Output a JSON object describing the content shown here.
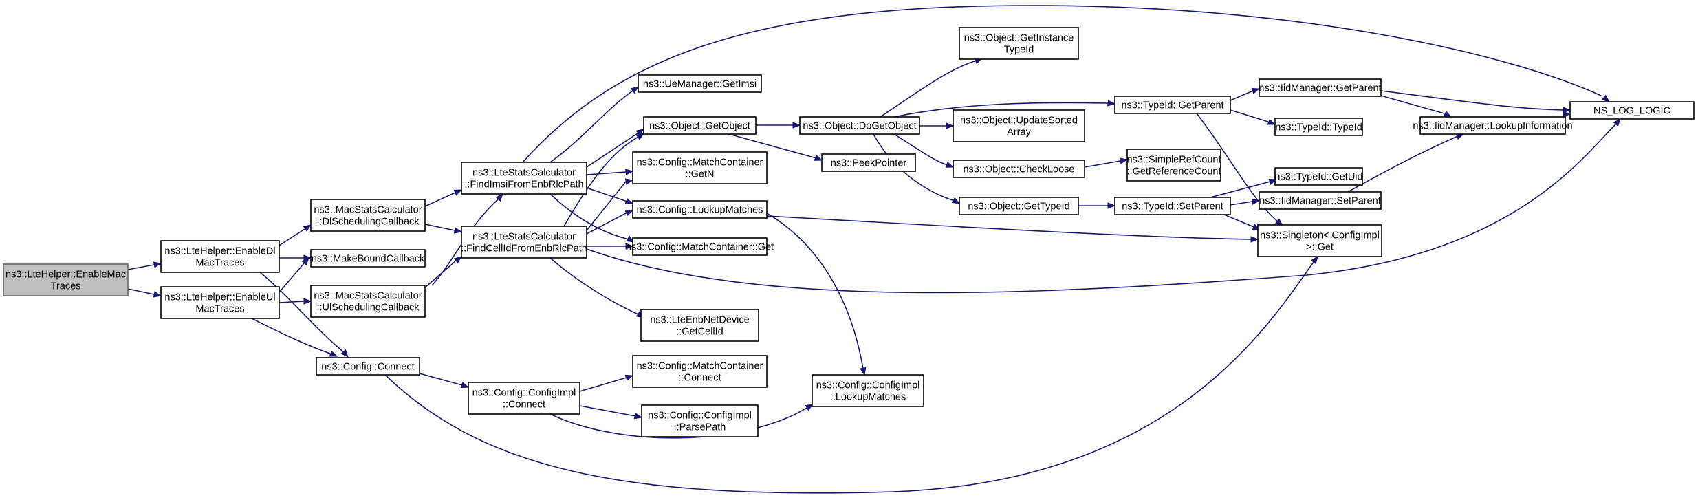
{
  "colors": {
    "edge": "#191970",
    "root_fill": "#bfbfbf",
    "node_fill": "#ffffff",
    "node_border": "#000000"
  },
  "nodes": [
    {
      "id": "root",
      "lines": [
        "ns3::LteHelper::EnableMac",
        "Traces"
      ],
      "root": true
    },
    {
      "id": "enableDl",
      "lines": [
        "ns3::LteHelper::EnableDl",
        "MacTraces"
      ]
    },
    {
      "id": "enableUl",
      "lines": [
        "ns3::LteHelper::EnableUl",
        "MacTraces"
      ]
    },
    {
      "id": "dlSched",
      "lines": [
        "ns3::MacStatsCalculator",
        "::DlSchedulingCallback"
      ]
    },
    {
      "id": "makeBound",
      "lines": [
        "ns3::MakeBoundCallback"
      ]
    },
    {
      "id": "ulSched",
      "lines": [
        "ns3::MacStatsCalculator",
        "::UlSchedulingCallback"
      ]
    },
    {
      "id": "cfgConnect",
      "lines": [
        "ns3::Config::Connect"
      ]
    },
    {
      "id": "findImsi",
      "lines": [
        "ns3::LteStatsCalculator",
        "::FindImsiFromEnbRlcPath"
      ]
    },
    {
      "id": "findCellId",
      "lines": [
        "ns3::LteStatsCalculator",
        "::FindCellIdFromEnbRlcPath"
      ]
    },
    {
      "id": "implConnect",
      "lines": [
        "ns3::Config::ConfigImpl",
        "::Connect"
      ]
    },
    {
      "id": "ueGetImsi",
      "lines": [
        "ns3::UeManager::GetImsi"
      ]
    },
    {
      "id": "getObject",
      "lines": [
        "ns3::Object::GetObject"
      ]
    },
    {
      "id": "mcGetN",
      "lines": [
        "ns3::Config::MatchContainer",
        "::GetN"
      ]
    },
    {
      "id": "lookupMatches",
      "lines": [
        "ns3::Config::LookupMatches"
      ]
    },
    {
      "id": "mcGet",
      "lines": [
        "ns3::Config::MatchContainer::Get"
      ]
    },
    {
      "id": "getCellId",
      "lines": [
        "ns3::LteEnbNetDevice",
        "::GetCellId"
      ]
    },
    {
      "id": "mcConnect",
      "lines": [
        "ns3::Config::MatchContainer",
        "::Connect"
      ]
    },
    {
      "id": "parsePath",
      "lines": [
        "ns3::Config::ConfigImpl",
        "::ParsePath"
      ]
    },
    {
      "id": "implLookup",
      "lines": [
        "ns3::Config::ConfigImpl",
        "::LookupMatches"
      ]
    },
    {
      "id": "doGetObject",
      "lines": [
        "ns3::Object::DoGetObject"
      ]
    },
    {
      "id": "peekPointer",
      "lines": [
        "ns3::PeekPointer"
      ]
    },
    {
      "id": "getInstTid",
      "lines": [
        "ns3::Object::GetInstance",
        "TypeId"
      ]
    },
    {
      "id": "updSorted",
      "lines": [
        "ns3::Object::UpdateSorted",
        "Array"
      ]
    },
    {
      "id": "checkLoose",
      "lines": [
        "ns3::Object::CheckLoose"
      ]
    },
    {
      "id": "getTypeId",
      "lines": [
        "ns3::Object::GetTypeId"
      ]
    },
    {
      "id": "tidGetParent",
      "lines": [
        "ns3::TypeId::GetParent"
      ]
    },
    {
      "id": "srcGetRef",
      "lines": [
        "ns3::SimpleRefCount",
        "::GetReferenceCount"
      ]
    },
    {
      "id": "tidSetParent",
      "lines": [
        "ns3::TypeId::SetParent"
      ]
    },
    {
      "id": "iidGetParent",
      "lines": [
        "ns3::IidManager::GetParent"
      ]
    },
    {
      "id": "tidTypeId",
      "lines": [
        "ns3::TypeId::TypeId"
      ]
    },
    {
      "id": "tidGetUid",
      "lines": [
        "ns3::TypeId::GetUid"
      ]
    },
    {
      "id": "iidSetParent",
      "lines": [
        "ns3::IidManager::SetParent"
      ]
    },
    {
      "id": "singletonGet",
      "lines": [
        "ns3::Singleton< ConfigImpl",
        " >::Get"
      ]
    },
    {
      "id": "iidLookup",
      "lines": [
        "ns3::IidManager::LookupInformation"
      ]
    },
    {
      "id": "nsLogLogic",
      "lines": [
        "NS_LOG_LOGIC"
      ]
    }
  ]
}
